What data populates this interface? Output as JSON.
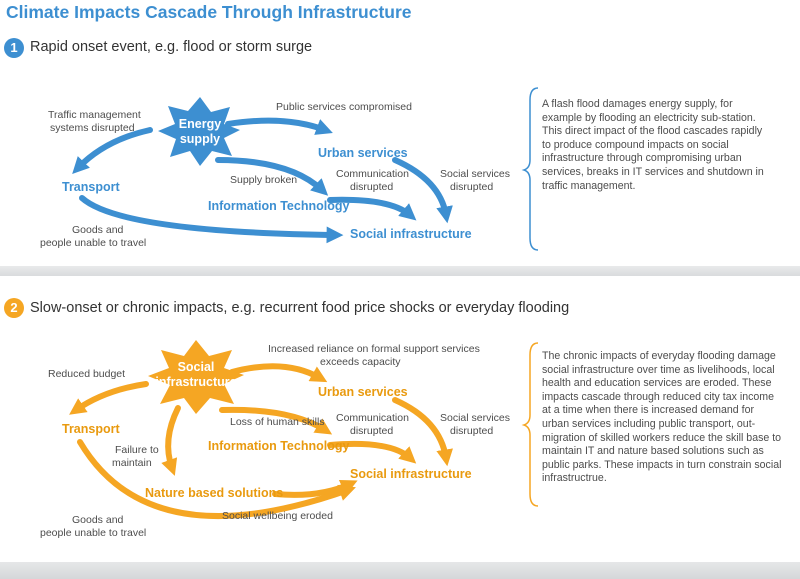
{
  "title": "Climate Impacts Cascade Through Infrastructure",
  "colors": {
    "blue": "#3d8fd1",
    "orange": "#f5a623",
    "orange_text": "#e99a0f"
  },
  "section1": {
    "number": "1",
    "heading": "Rapid onset event, e.g. flood or storm surge",
    "nodes": {
      "energy_1": "Energy",
      "energy_2": "supply",
      "urban": "Urban services",
      "transport": "Transport",
      "it": "Information Technology",
      "social": "Social infrastructure"
    },
    "labels": {
      "traffic_1": "Traffic management",
      "traffic_2": "systems disrupted",
      "public": "Public services compromised",
      "supply": "Supply broken",
      "comm_1": "Communication",
      "comm_2": "disrupted",
      "socserv_1": "Social services",
      "socserv_2": "disrupted",
      "goods_1": "Goods and",
      "goods_2": "people unable to travel"
    },
    "description": "A flash flood damages energy supply, for example by flooding an electricity sub-station. This direct impact of the flood cascades rapidly to produce compound impacts on social infrastructure through compromising urban services, breaks in IT services and shutdown in traffic management."
  },
  "section2": {
    "number": "2",
    "heading": "Slow-onset or chronic impacts, e.g. recurrent food price shocks or everyday flooding",
    "nodes": {
      "social_1": "Social",
      "social_2": "infrastructure",
      "urban": "Urban services",
      "transport": "Transport",
      "it": "Information Technology",
      "nature": "Nature based solutions",
      "social": "Social infrastructure"
    },
    "labels": {
      "reliance_1": "Increased reliance on formal support services",
      "reliance_2": "exceeds capacity",
      "budget": "Reduced budget",
      "skills": "Loss of human skills",
      "comm_1": "Communication",
      "comm_2": "disrupted",
      "socserv_1": "Social services",
      "socserv_2": "disrupted",
      "failure_1": "Failure to",
      "failure_2": "maintain",
      "wellbeing": "Social wellbeing eroded",
      "goods_1": "Goods and",
      "goods_2": "people unable to travel"
    },
    "description": "The chronic impacts of everyday flooding damage social infrastructure over time as livelihoods, local health and education services are eroded. These impacts cascade through reduced city tax income at a time when there is increased demand for urban services including public transport, out-migration of skilled workers reduce the skill base to maintain IT and nature based solutions such as public parks. These impacts in turn constrain social infrastructrue."
  }
}
